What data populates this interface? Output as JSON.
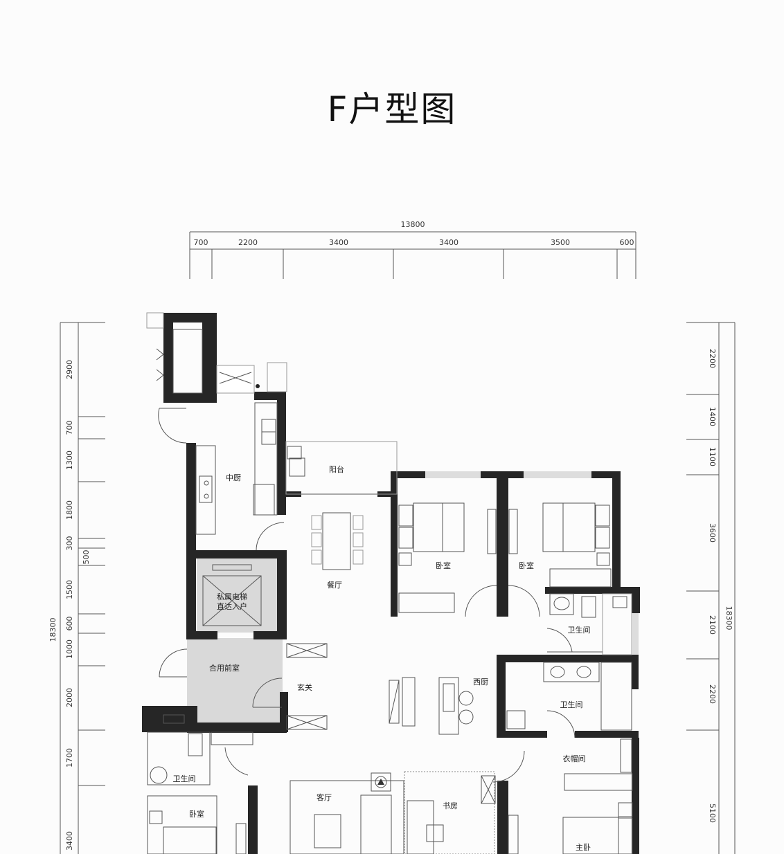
{
  "title": "F户型图",
  "dimensions": {
    "top_total": "13800",
    "top_segments": [
      "700",
      "2200",
      "3400",
      "3400",
      "3500",
      "600"
    ],
    "left_total": "18300",
    "left_segments": [
      "2900",
      "700",
      "1300",
      "1800",
      "300",
      "500",
      "1500",
      "600",
      "1000",
      "2000",
      "1700",
      "3400"
    ],
    "right_total": "18300",
    "right_segments": [
      "2200",
      "1400",
      "1100",
      "3600",
      "2100",
      "2200",
      "5100"
    ]
  },
  "rooms": {
    "kitchen": "中厨",
    "balcony": "阳台",
    "dining": "餐厅",
    "bedroom_1": "卧室",
    "bedroom_2": "卧室",
    "bathroom_1": "卫生间",
    "elevator_line1": "私属电梯",
    "elevator_line2": "直达入户",
    "shared_lobby": "合用前室",
    "foyer": "玄关",
    "western_kitchen": "西厨",
    "bathroom_2": "卫生间",
    "closet": "衣帽间",
    "bathroom_3": "卫生间",
    "bedroom_3": "卧室",
    "living": "客厅",
    "study": "书房",
    "master_bedroom": "主卧"
  }
}
